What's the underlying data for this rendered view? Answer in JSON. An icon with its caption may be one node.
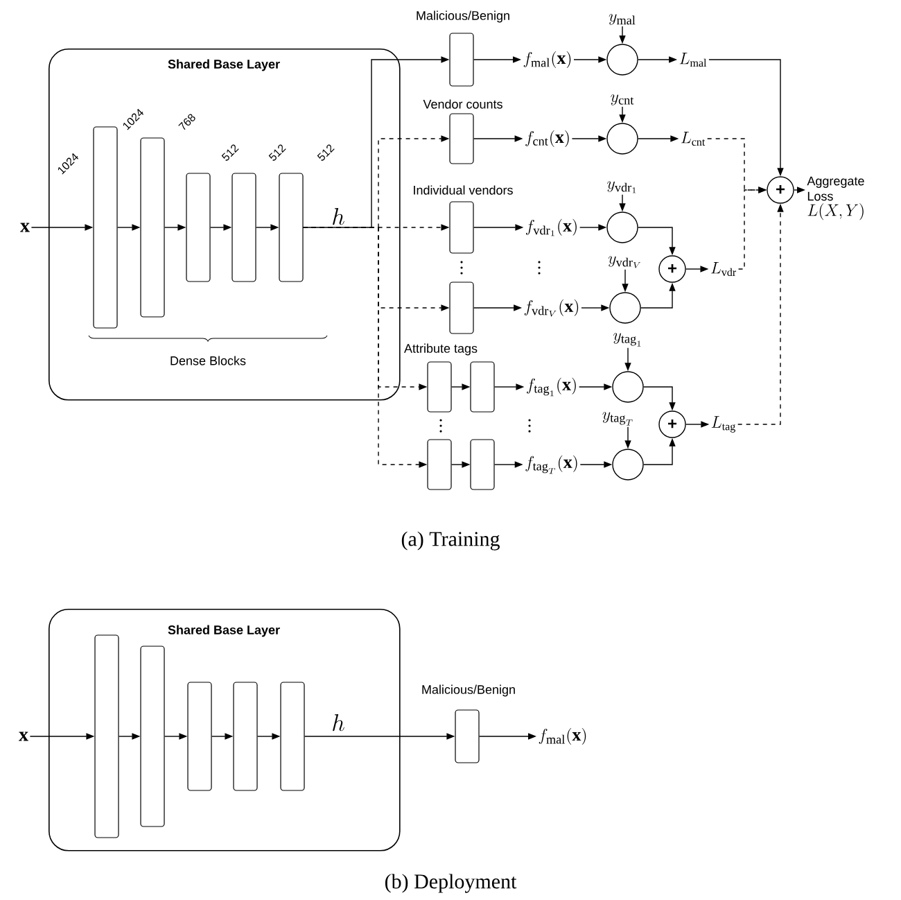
{
  "diagram": {
    "nodes": [
      {
        "text": [
          "Shared Base Layer"
        ]
      },
      {
        "text": [],
        "shape": "box",
        "in": 0
      },
      {
        "text": [],
        "shape": "box",
        "in": 0
      },
      {
        "text": [],
        "shape": "box",
        "in": 0
      },
      {
        "text": [],
        "shape": "box",
        "in": 0
      },
      {
        "text": [],
        "shape": "box",
        "in": 0
      },
      {
        "text": [
          "\\mathbf{x}"
        ]
      },
      {
        "text": [
          "Malicious/Benign"
        ]
      },
      {
        "text": [
          "f_{\\mathrm{mal}}(\\mathbf{x})"
        ]
      },
      {
        "text": [
          "y_{\\mathrm{mal}}"
        ]
      },
      {
        "text": [],
        "shape": "circle"
      },
      {
        "text": [
          "L_{\\mathrm{mal}}"
        ]
      },
      {
        "text": [
          "Vendor counts"
        ]
      },
      {
        "text": [
          "f_{\\mathrm{cnt}}(\\mathbf{x})"
        ]
      },
      {
        "text": [
          "y_{\\mathrm{cnt}}"
        ]
      },
      {
        "text": [],
        "shape": "circle"
      },
      {
        "text": [
          "L_{\\mathrm{cnt}}"
        ]
      },
      {
        "text": [
          "Individual vendors"
        ]
      },
      {
        "text": [
          "f_{\\mathrm{vdr}_1}(\\mathbf{x})"
        ]
      },
      {
        "text": [
          "y_{\\mathrm{vdr}_1}"
        ]
      },
      {
        "text": [],
        "shape": "circle"
      },
      {
        "text": [],
        "shape": "box"
      },
      {
        "text": [
          "f_{\\mathrm{vdr}_V}(\\mathbf{x})"
        ]
      },
      {
        "text": [
          "y_{\\mathrm{vdr}_V}"
        ]
      },
      {
        "text": [],
        "shape": "circle"
      },
      {
        "text": [
          "+"
        ]
      },
      {
        "text": [
          "L_{\\mathrm{vdr}}"
        ]
      },
      {
        "text": [
          "Attribute tags"
        ]
      },
      {
        "text": [],
        "shape": "box"
      },
      {
        "text": [
          "f_{\\mathrm{tag}_1}(\\mathbf{x})"
        ]
      },
      {
        "text": [
          "y_{\\mathrm{tag}_1}"
        ]
      },
      {
        "text": [],
        "shape": "circle"
      },
      {
        "text": [],
        "shape": "box"
      },
      {
        "text": [],
        "shape": "box"
      },
      {
        "text": [
          "f_{\\mathrm{tag}_T}(\\mathbf{x})"
        ]
      },
      {
        "text": [
          "y_{\\mathrm{tag}_T}"
        ]
      },
      {
        "text": [],
        "shape": "circle"
      },
      {
        "text": [
          "+"
        ]
      },
      {
        "text": [
          "L_{\\mathrm{tag}}"
        ]
      },
      {
        "text": [
          "+"
        ]
      },
      {
        "text": [
          "Aggregate Loss",
          "L(X,Y)"
        ]
      },
      {
        "text": [
          "Shared Base Layer"
        ]
      },
      {
        "text": [],
        "shape": "box",
        "in": 41
      },
      {
        "text": [],
        "shape": "box",
        "in": 41
      },
      {
        "text": [],
        "shape": "box",
        "in": 41
      },
      {
        "text": [],
        "shape": "box",
        "in": 41
      },
      {
        "text": [],
        "shape": "box",
        "in": 41
      },
      {
        "text": [
          "\\mathbf{x}"
        ]
      },
      {
        "text": [
          "Malicious/Benign"
        ]
      },
      {
        "text": [
          "f_{\\mathrm{mal}}(\\mathbf{x})"
        ]
      }
    ],
    "edges": [
      {
        "from": 6,
        "to": 1,
        "arrow": "to"
      },
      {
        "from": 1,
        "to": 2,
        "arrow": "to"
      },
      {
        "from": 2,
        "to": 3,
        "arrow": "to"
      },
      {
        "from": 3,
        "to": 4,
        "arrow": "to"
      },
      {
        "from": 4,
        "to": 5,
        "arrow": "to"
      },
      {
        "from": 5,
        "to": 7,
        "arrow": "to"
      },
      {
        "from": 5,
        "to": 12,
        "arrow": "to",
        "style": "dashed"
      },
      {
        "from": 5,
        "to": 17,
        "arrow": "to",
        "style": "dashed"
      },
      {
        "from": 5,
        "to": 21,
        "arrow": "to",
        "style": "dashed"
      },
      {
        "from": 5,
        "to": 27,
        "arrow": "to",
        "style": "dashed"
      },
      {
        "from": 5,
        "to": 32,
        "arrow": "to",
        "style": "dashed"
      },
      {
        "from": 7,
        "to": 8,
        "arrow": "to"
      },
      {
        "from": 8,
        "to": 10,
        "arrow": "to"
      },
      {
        "from": 9,
        "to": 10,
        "arrow": "to"
      },
      {
        "from": 10,
        "to": 11,
        "arrow": "to"
      },
      {
        "from": 11,
        "to": 39,
        "arrow": "to"
      },
      {
        "from": 12,
        "to": 13,
        "arrow": "to"
      },
      {
        "from": 13,
        "to": 15,
        "arrow": "to"
      },
      {
        "from": 14,
        "to": 15,
        "arrow": "to"
      },
      {
        "from": 15,
        "to": 16,
        "arrow": "to"
      },
      {
        "from": 16,
        "to": 39,
        "arrow": "to",
        "style": "dashed"
      },
      {
        "from": 17,
        "to": 18,
        "arrow": "to"
      },
      {
        "from": 18,
        "to": 20,
        "arrow": "to"
      },
      {
        "from": 19,
        "to": 20,
        "arrow": "to"
      },
      {
        "from": 20,
        "to": 25,
        "arrow": "to"
      },
      {
        "from": 21,
        "to": 22,
        "arrow": "to"
      },
      {
        "from": 22,
        "to": 24,
        "arrow": "to"
      },
      {
        "from": 23,
        "to": 24,
        "arrow": "to"
      },
      {
        "from": 24,
        "to": 25,
        "arrow": "to"
      },
      {
        "from": 25,
        "to": 26,
        "arrow": "to"
      },
      {
        "from": 26,
        "to": 39,
        "arrow": "to",
        "style": "dashed"
      },
      {
        "from": 27,
        "to": 28,
        "arrow": "to"
      },
      {
        "from": 28,
        "to": 29,
        "arrow": "to"
      },
      {
        "from": 29,
        "to": 31,
        "arrow": "to"
      },
      {
        "from": 30,
        "to": 31,
        "arrow": "to"
      },
      {
        "from": 31,
        "to": 37,
        "arrow": "to"
      },
      {
        "from": 32,
        "to": 33,
        "arrow": "to"
      },
      {
        "from": 33,
        "to": 34,
        "arrow": "to"
      },
      {
        "from": 34,
        "to": 36,
        "arrow": "to"
      },
      {
        "from": 35,
        "to": 36,
        "arrow": "to"
      },
      {
        "from": 36,
        "to": 37,
        "arrow": "to"
      },
      {
        "from": 37,
        "to": 38,
        "arrow": "to"
      },
      {
        "from": 38,
        "to": 39,
        "arrow": "to",
        "style": "dashed"
      },
      {
        "from": 39,
        "to": 40,
        "arrow": "to"
      },
      {
        "from": 47,
        "to": 42,
        "arrow": "to"
      },
      {
        "from": 42,
        "to": 43,
        "arrow": "to"
      },
      {
        "from": 43,
        "to": 44,
        "arrow": "to"
      },
      {
        "from": 44,
        "to": 45,
        "arrow": "to"
      },
      {
        "from": 45,
        "to": 46,
        "arrow": "to"
      },
      {
        "from": 46,
        "to": 48,
        "arrow": "to"
      },
      {
        "from": 48,
        "to": 49,
        "arrow": "to"
      }
    ],
    "labels": [
      "1024",
      "1024",
      "768",
      "512",
      "512",
      "512",
      "h",
      "Dense Blocks",
      "(a) Training",
      "h",
      "(b) Deployment"
    ]
  }
}
